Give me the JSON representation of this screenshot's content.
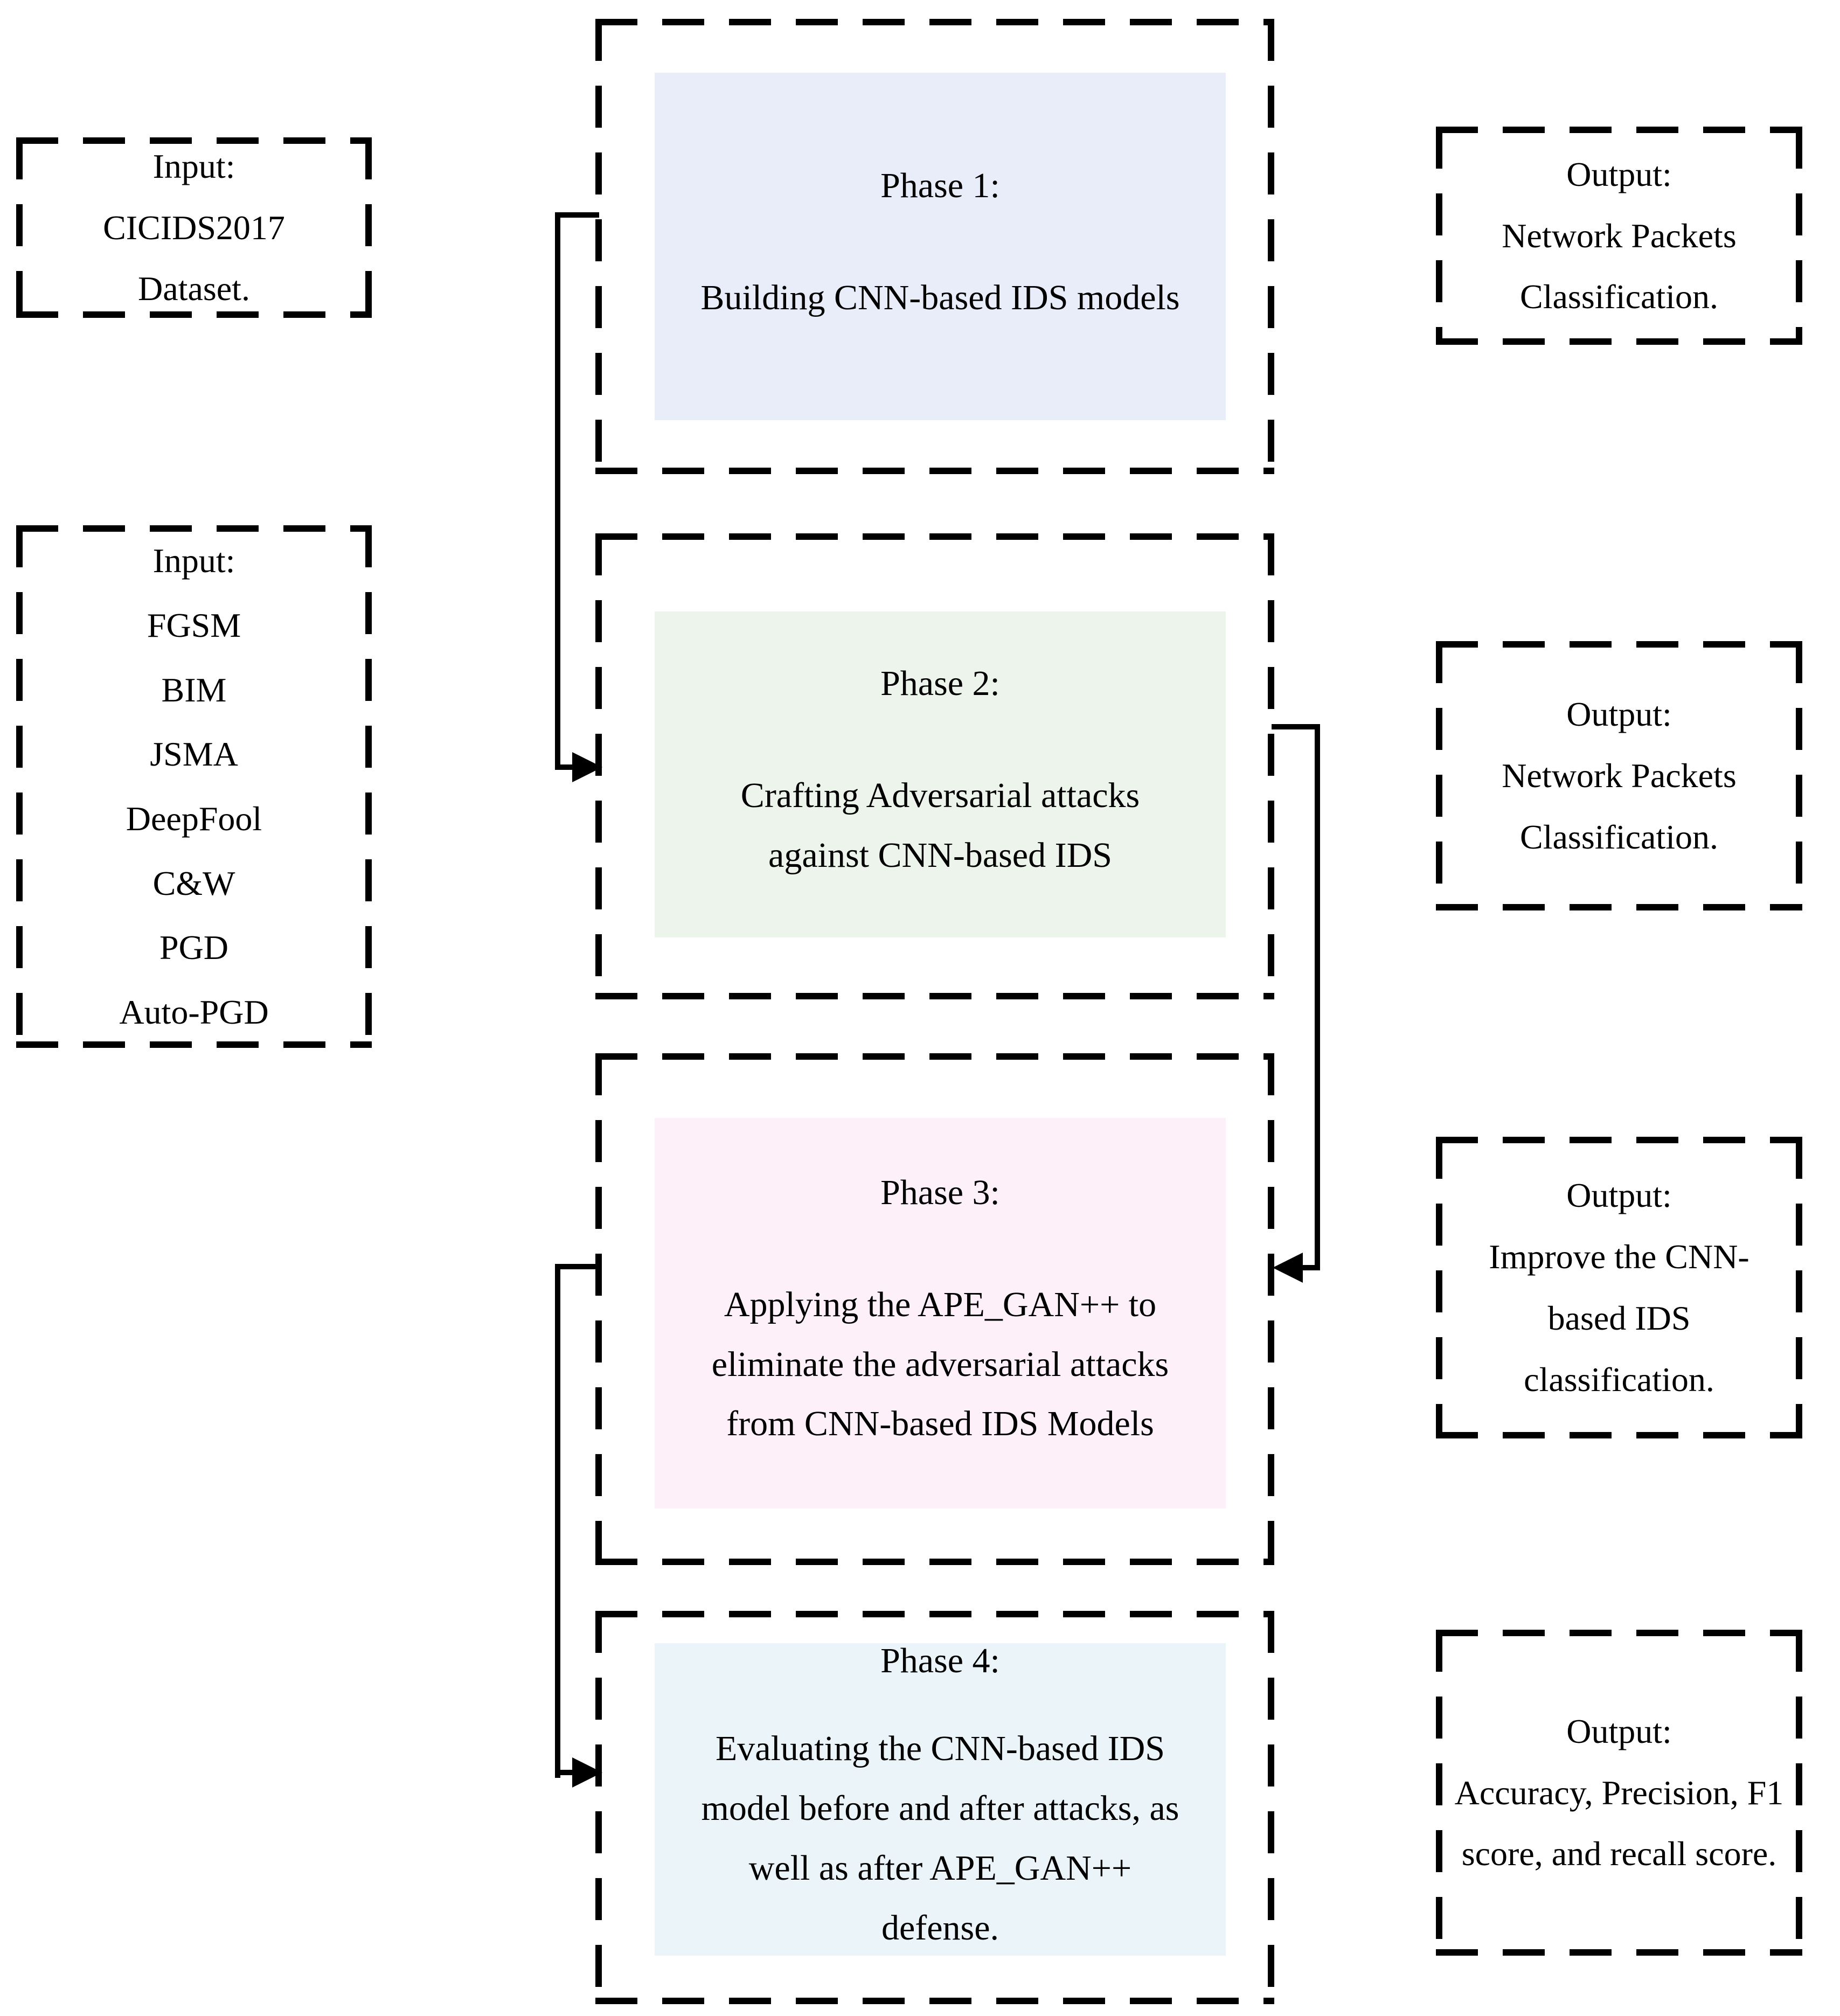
{
  "diagram_title": "Four-phase methodology flow: CNN-based IDS with adversarial attacks and APE_GAN++ defense",
  "colors": {
    "line": "#000000",
    "background": "#ffffff",
    "phase1_fill": "#e8edf9",
    "phase2_fill": "#edf4eb",
    "phase3_fill": "#fdf0f8",
    "phase4_fill": "#ebf4f9"
  },
  "inputs": [
    {
      "text": "Input:\nCICIDS2017\nDataset."
    },
    {
      "text": "Input:\nFGSM\nBIM\nJSMA\nDeepFool\nC&W\nPGD\nAuto-PGD"
    }
  ],
  "phases": [
    {
      "title": "Phase 1:",
      "body": "Building CNN-based IDS models",
      "fill": "#e8edf9"
    },
    {
      "title": "Phase 2:",
      "body": "Crafting Adversarial attacks\nagainst CNN-based IDS",
      "fill": "#edf4eb"
    },
    {
      "title": "Phase 3:",
      "body": "Applying the APE_GAN++ to\neliminate the adversarial attacks\nfrom CNN-based IDS Models",
      "fill": "#fdf0f8"
    },
    {
      "title": "Phase 4:",
      "body": "Evaluating the CNN-based IDS\nmodel before and after attacks, as\nwell as after APE_GAN++\ndefense.",
      "fill": "#ebf4f9"
    }
  ],
  "outputs": [
    {
      "text": "Output:\nNetwork Packets\nClassification."
    },
    {
      "text": "Output:\nNetwork Packets\nClassification."
    },
    {
      "text": "Output:\nImprove the CNN-\nbased IDS\nclassification."
    },
    {
      "text": "Output:\nAccuracy, Precision, F1\nscore, and recall score."
    }
  ]
}
